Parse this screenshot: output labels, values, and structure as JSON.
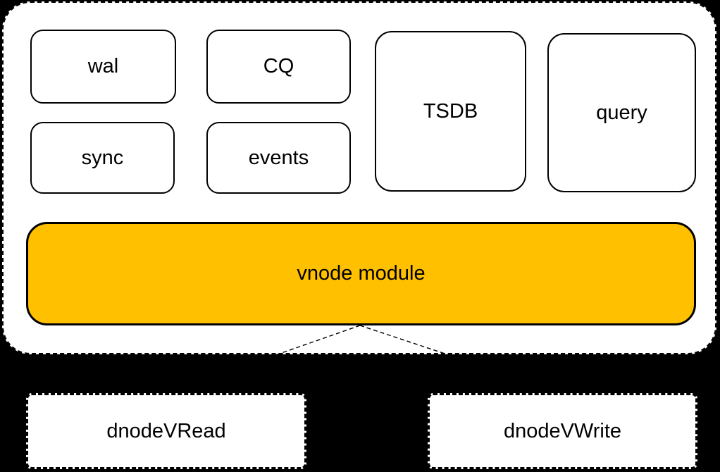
{
  "diagram": {
    "group": {
      "modules": [
        {
          "id": "wal",
          "label": "wal"
        },
        {
          "id": "cq",
          "label": "CQ"
        },
        {
          "id": "sync",
          "label": "sync"
        },
        {
          "id": "events",
          "label": "events"
        },
        {
          "id": "tsdb",
          "label": "TSDB"
        },
        {
          "id": "query",
          "label": "query"
        }
      ],
      "vnode_module": {
        "label": "vnode module"
      }
    },
    "dnodes": [
      {
        "id": "dnode-v-read",
        "label": "dnodeVRead"
      },
      {
        "id": "dnode-v-write",
        "label": "dnodeVWrite"
      }
    ],
    "colors": {
      "background": "#000000",
      "box_fill": "#FFFFFF",
      "highlight_fill": "#FFC000",
      "border": "#000000",
      "text": "#000000"
    }
  }
}
